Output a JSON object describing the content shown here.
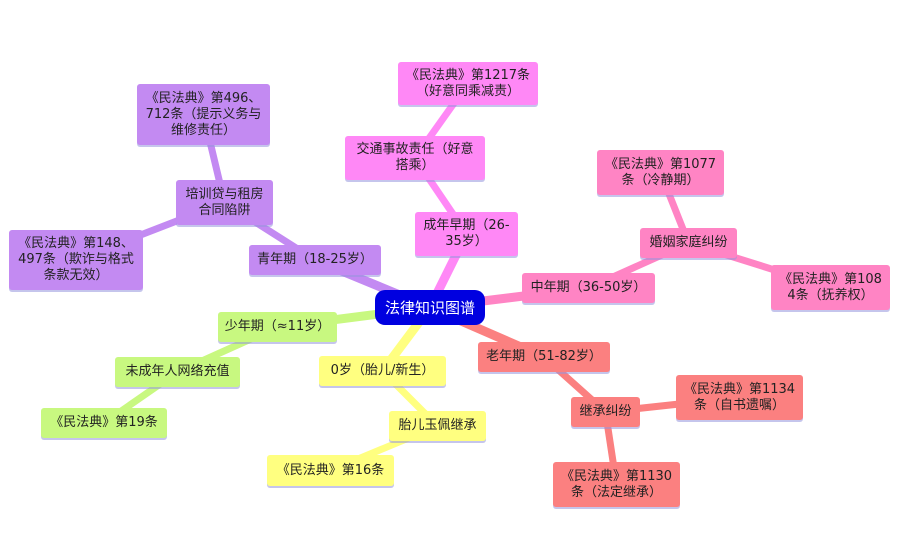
{
  "title": "法律知识图谱",
  "colors": {
    "root": "#0000e0",
    "youth": "#c38af2",
    "early_adult": "#ff88f6",
    "middle": "#ff84c4",
    "elder": "#fb8080",
    "teen": "#c8f880",
    "newborn": "#ffff80"
  },
  "nodes": {
    "root": "法律知识图谱",
    "youth": "青年期（18-25岁）",
    "training_loan": "培训贷与租房合同陷阱",
    "law_496": "《民法典》第496、712条（提示义务与维修责任）",
    "law_148": "《民法典》第148、497条（欺诈与格式条款无效）",
    "early_adult": "成年早期（26-35岁）",
    "traffic": "交通事故责任（好意搭乘）",
    "law_1217": "《民法典》第1217条（好意同乘减责）",
    "middle": "中年期（36-50岁）",
    "marriage": "婚姻家庭纠纷",
    "law_1077": "《民法典》第1077条（冷静期）",
    "law_1084": "《民法典》第1084条（抚养权）",
    "elder": "老年期（51-82岁）",
    "inheritance": "继承纠纷",
    "law_1134": "《民法典》第1134条（自书遗嘱）",
    "law_1130": "《民法典》第1130条（法定继承）",
    "teen": "少年期（≈11岁）",
    "minor_recharge": "未成年人网络充值",
    "law_19": "《民法典》第19条",
    "newborn": "0岁（胎儿/新生）",
    "fetus_inherit": "胎儿玉佩继承",
    "law_16": "《民法典》第16条"
  }
}
